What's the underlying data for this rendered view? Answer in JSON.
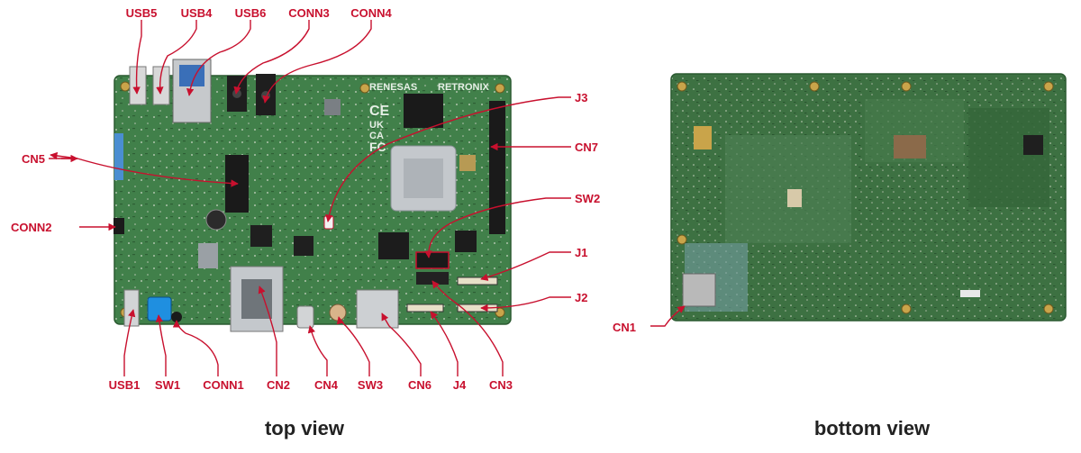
{
  "colors": {
    "callout": "#c8102e",
    "board_top": "#3f7a46",
    "board_bottom": "#3b6e3e",
    "caption": "#222222"
  },
  "top_view": {
    "caption": "top view",
    "silkscreen": {
      "brand_left": "RENESAS",
      "brand_right": "RETRONIX",
      "ce": "CE",
      "ukca_1": "UK",
      "ukca_2": "CA",
      "fcc": "FC"
    },
    "labels": {
      "usb5": "USB5",
      "usb4": "USB4",
      "usb6": "USB6",
      "conn3": "CONN3",
      "conn4": "CONN4",
      "j3": "J3",
      "cn7": "CN7",
      "sw2": "SW2",
      "j1": "J1",
      "j2": "J2",
      "cn5": "CN5",
      "conn2": "CONN2",
      "usb1": "USB1",
      "sw1": "SW1",
      "conn1": "CONN1",
      "cn2": "CN2",
      "cn4": "CN4",
      "sw3": "SW3",
      "cn6": "CN6",
      "j4": "J4",
      "cn3": "CN3"
    }
  },
  "bottom_view": {
    "caption": "bottom view",
    "labels": {
      "cn1": "CN1"
    }
  }
}
